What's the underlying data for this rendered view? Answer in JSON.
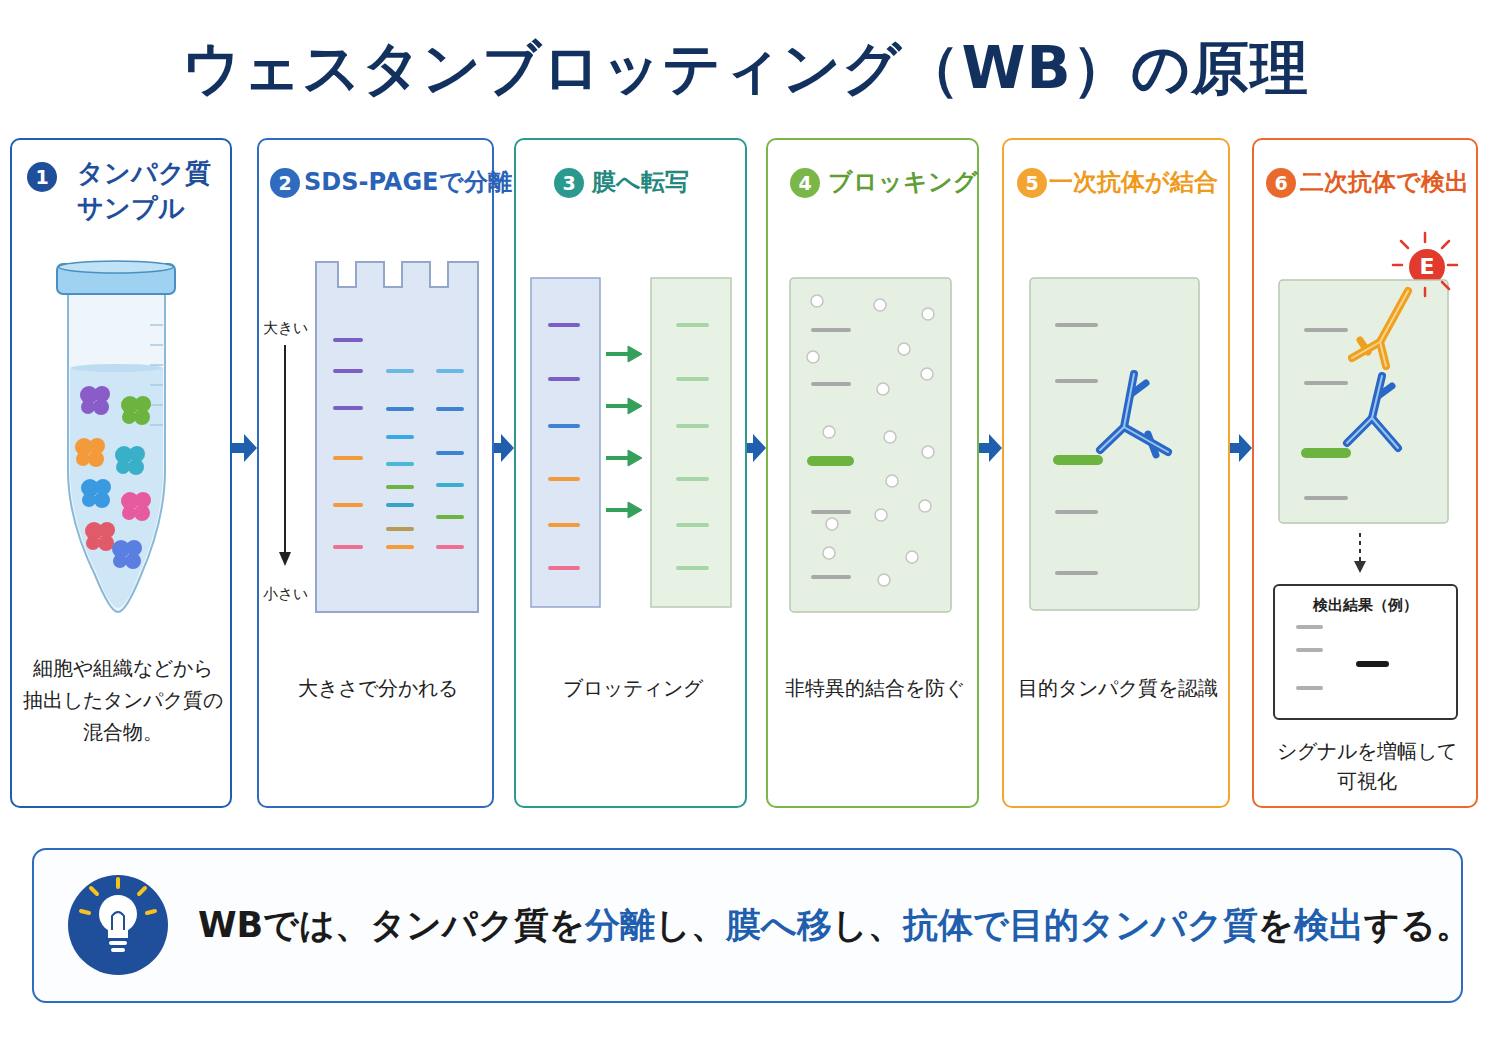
{
  "diagram": {
    "title": "ウェスタンブロッティング（WB）の原理",
    "nodes": [
      {
        "text": [
          "タンパク質 サンプル",
          "細胞や組織などから 抽出したタンパク質の 混合物。"
        ]
      },
      {
        "text": [
          "1"
        ],
        "in": 0
      },
      {
        "text": [
          "SDS-PAGEで分離",
          "大きさで分かれる"
        ]
      },
      {
        "text": [
          "2"
        ],
        "in": 2
      },
      {
        "text": [
          "膜へ転写",
          "ブロッティング"
        ]
      },
      {
        "text": [
          "3"
        ],
        "in": 4
      },
      {
        "text": [
          "ブロッキング",
          "非特異的結合を防ぐ"
        ]
      },
      {
        "text": [
          "4"
        ],
        "in": 6
      },
      {
        "text": [
          "一次抗体が結合",
          "目的タンパク質を認識"
        ]
      },
      {
        "text": [
          "5"
        ],
        "in": 8
      },
      {
        "text": [
          "二次抗体で検出",
          "シグナルを増幅して 可視化"
        ]
      },
      {
        "text": [
          "6"
        ],
        "in": 10
      },
      {
        "text": [
          "E"
        ],
        "in": 10
      },
      {
        "text": [
          "検出結果（例）"
        ],
        "in": 10
      },
      {
        "text": [
          "WBでは、タンパク質を分離し、膜へ移し、抗体で目的タンパク質を検出する。"
        ]
      }
    ],
    "edges": [
      {
        "from": 0,
        "to": 2,
        "arrow": "to"
      },
      {
        "from": 2,
        "to": 4,
        "arrow": "to"
      },
      {
        "from": 4,
        "to": 6,
        "arrow": "to"
      },
      {
        "from": 6,
        "to": 8,
        "arrow": "to"
      },
      {
        "from": 8,
        "to": 10,
        "arrow": "to"
      }
    ],
    "labels": [
      "大きい",
      "小さい"
    ]
  }
}
